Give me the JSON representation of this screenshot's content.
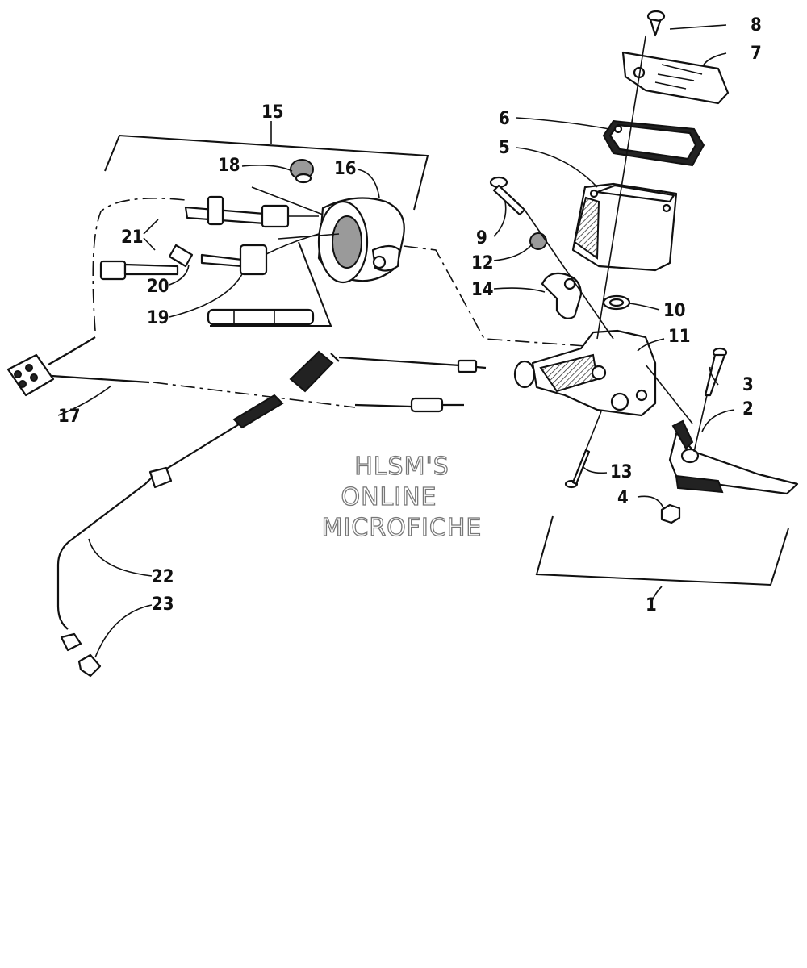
{
  "watermark": {
    "line1": "HLSM'S",
    "line2": "ONLINE",
    "line3": "MICROFICHE"
  },
  "callouts": {
    "c1": "1",
    "c2": "2",
    "c3": "3",
    "c4": "4",
    "c5": "5",
    "c6": "6",
    "c7": "7",
    "c8": "8",
    "c9": "9",
    "c10": "10",
    "c11": "11",
    "c12": "12",
    "c13": "13",
    "c14": "14",
    "c15": "15",
    "c16": "16",
    "c17": "17",
    "c18": "18",
    "c19": "19",
    "c20": "20",
    "c21": "21",
    "c22": "22",
    "c23": "23"
  }
}
